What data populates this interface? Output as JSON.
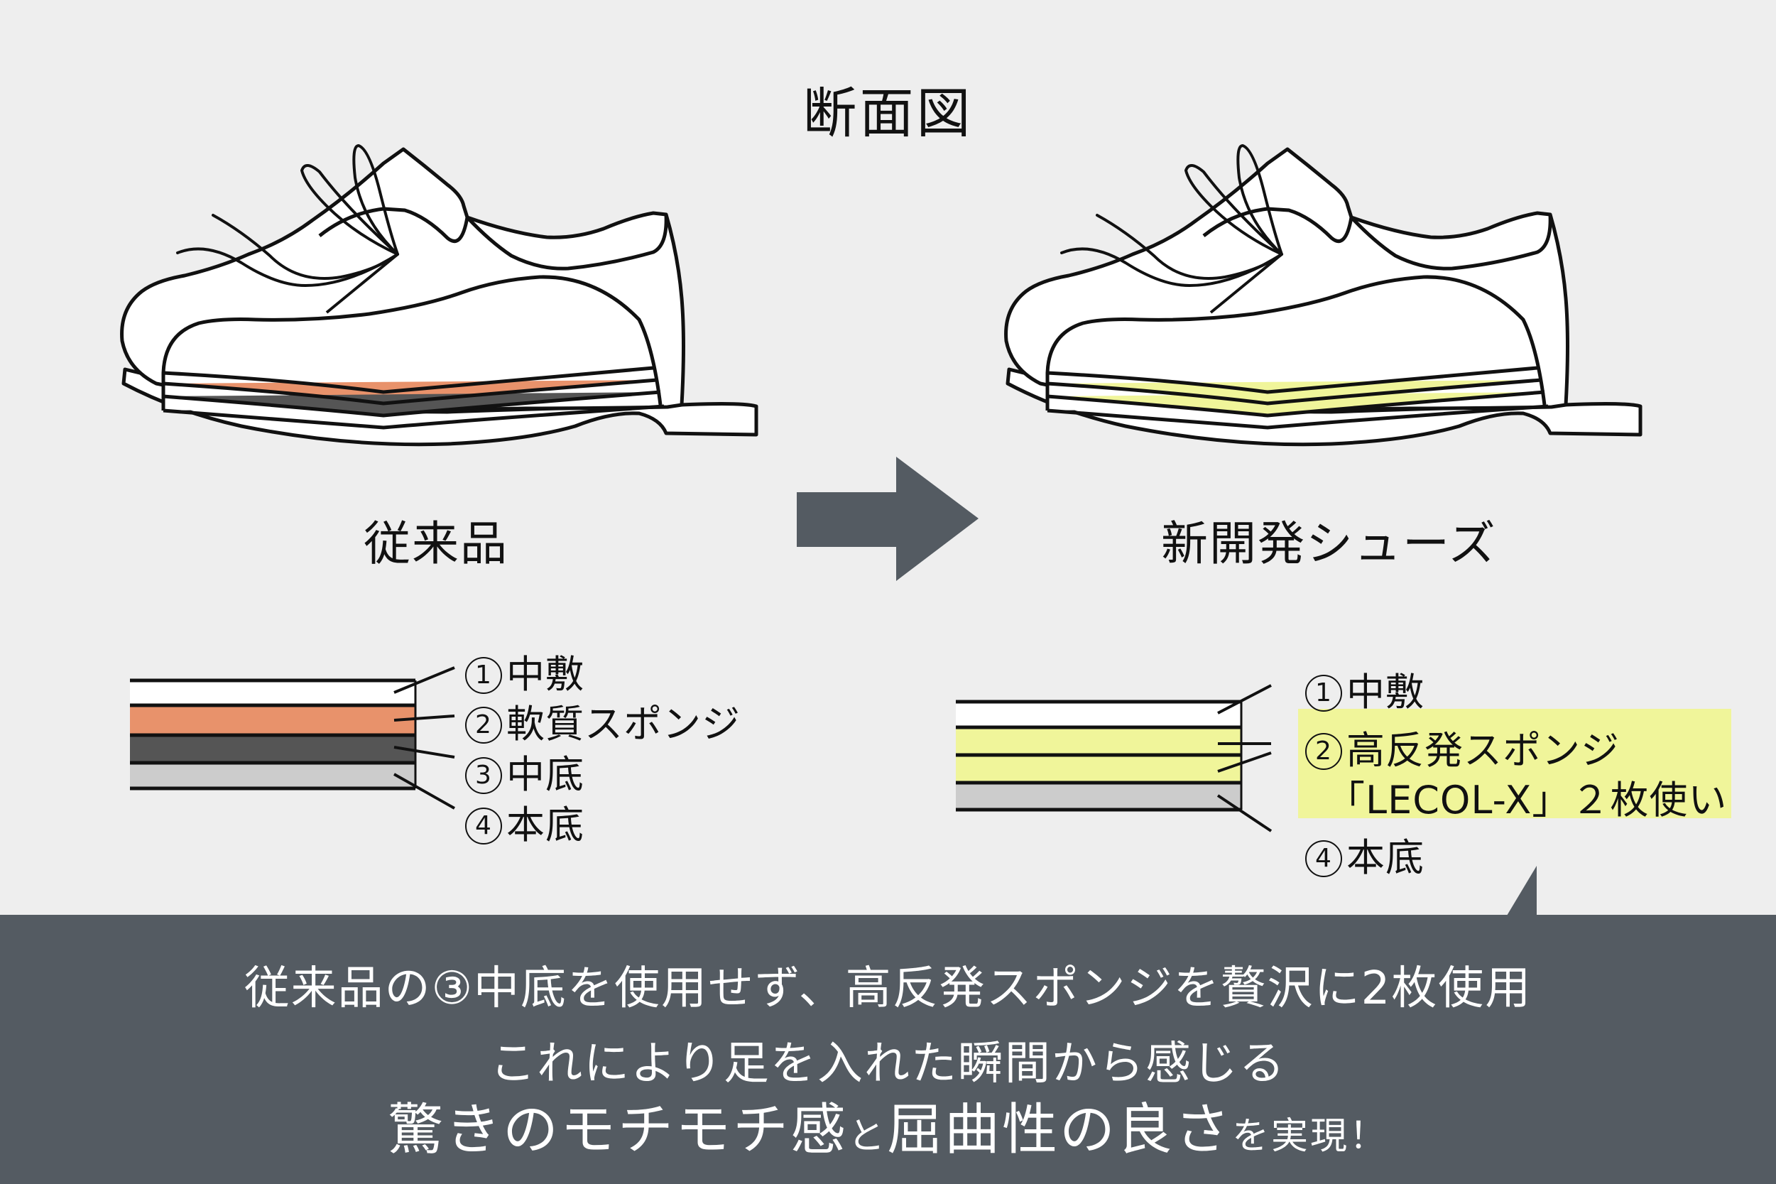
{
  "title": "断面図",
  "colors": {
    "background": "#EEEEEE",
    "outline": "#111111",
    "upper": "#FFFFFF",
    "soft_sponge": "#E8926B",
    "midsole": "#555555",
    "outsole": "#CCCCCC",
    "high_rebound_sponge": "#F0F59A",
    "arrow": "#545B62",
    "panel": "#545B62",
    "panel_text": "#FFFFFF"
  },
  "comparison": {
    "before": {
      "label": "従来品",
      "layers": [
        {
          "num": "1",
          "name": "中敷",
          "color": "#FFFFFF"
        },
        {
          "num": "2",
          "name": "軟質スポンジ",
          "color": "#E8926B"
        },
        {
          "num": "3",
          "name": "中底",
          "color": "#555555"
        },
        {
          "num": "4",
          "name": "本底",
          "color": "#CCCCCC"
        }
      ]
    },
    "arrow_icon": "right-arrow",
    "after": {
      "label": "新開発シューズ",
      "layers": [
        {
          "num": "1",
          "name": "中敷",
          "color": "#FFFFFF"
        },
        {
          "num": "2",
          "name": "高反発スポンジ",
          "note": "「LECOL-X」２枚使い",
          "color": "#F0F59A"
        },
        {
          "num": "2",
          "name": "高反発スポンジ",
          "color": "#F0F59A"
        },
        {
          "num": "4",
          "name": "本底",
          "color": "#CCCCCC"
        }
      ]
    }
  },
  "panel": {
    "line1": "従来品の③中底を使用せず、高反発スポンジを贅沢に2枚使用",
    "line2": "これにより足を入れた瞬間から感じる",
    "line3": [
      {
        "text": "驚きのモチモチ感",
        "size": "big"
      },
      {
        "text": "と",
        "size": "small"
      },
      {
        "text": "屈曲性の良さ",
        "size": "big"
      },
      {
        "text": "を実現！",
        "size": "small"
      }
    ]
  }
}
